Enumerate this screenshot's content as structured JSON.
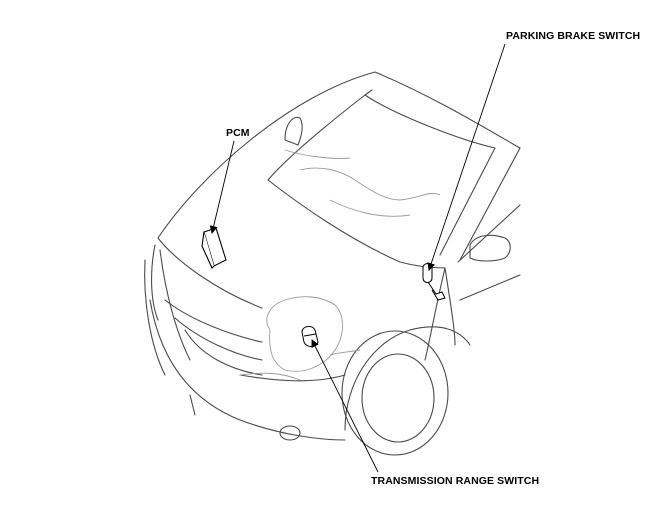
{
  "labels": {
    "pcm": "PCM",
    "parking_brake_switch": "PARKING BRAKE SWITCH",
    "transmission_range_switch": "TRANSMISSION RANGE SWITCH"
  },
  "colors": {
    "outline": "#4a4a4a",
    "light_outline": "#9a9a9a",
    "leader": "#000000"
  }
}
